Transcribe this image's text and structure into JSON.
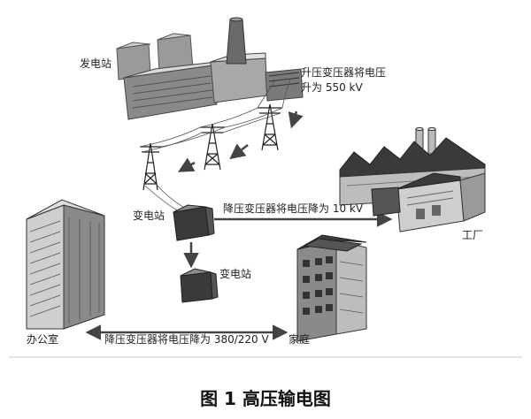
{
  "labels": {
    "power_plant": "发电站",
    "step_up": "升压变压器将电压",
    "step_up_value": "升为 550 kV",
    "substation_1": "变电站",
    "step_down_factory": "降压变压器将电压降为 10 kV",
    "factory": "工厂",
    "substation_2": "变电站",
    "office": "办公室",
    "step_down_home": "降压变压器将电压降为 380/220 V",
    "home": "家庭"
  },
  "caption": "图 1 高压输电图",
  "colors": {
    "background": "#ffffff",
    "building_dark": "#3a3a3a",
    "building_mid": "#8a8a8a",
    "building_light": "#cfcfcf",
    "arrow": "#444444"
  }
}
